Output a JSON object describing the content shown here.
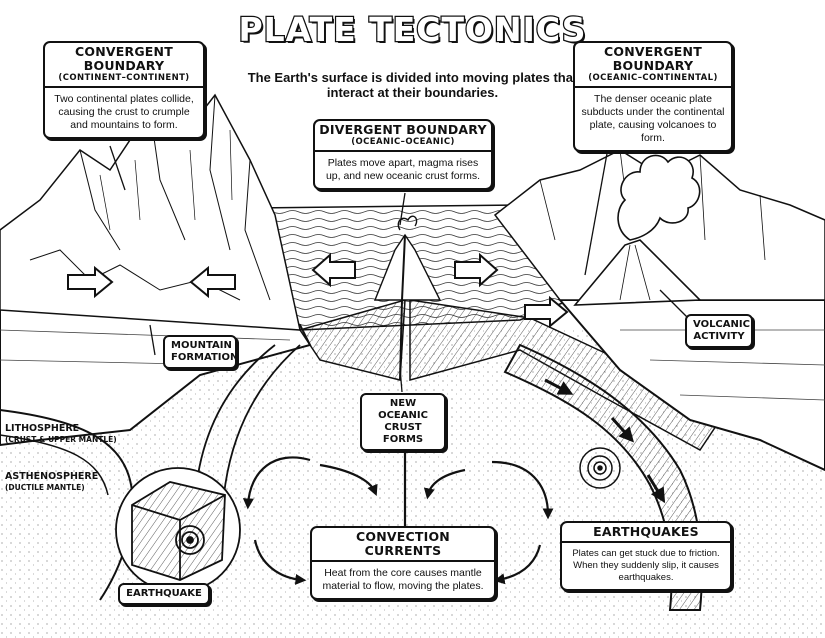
{
  "title": "PLATE TECTONICS",
  "subtitle": "The Earth's surface is divided into moving plates that interact at their boundaries.",
  "callouts": {
    "cc": {
      "heading": "CONVERGENT BOUNDARY",
      "subheading": "(CONTINENT–CONTINENT)",
      "body": "Two continental plates collide, causing the crust to crumple and mountains to form."
    },
    "div": {
      "heading": "DIVERGENT BOUNDARY",
      "subheading": "(OCEANIC–OCEANIC)",
      "body": "Plates move apart, magma rises up, and new oceanic crust forms."
    },
    "oc": {
      "heading": "CONVERGENT BOUNDARY",
      "subheading": "(OCEANIC–CONTINENTAL)",
      "body": "The denser oceanic plate subducts under the continental plate, causing volcanoes to form."
    },
    "conv": {
      "heading": "CONVECTION CURRENTS",
      "body": "Heat from the core causes mantle material to flow, moving the plates."
    },
    "eq": {
      "heading": "EARTHQUAKES",
      "body": "Plates can get stuck due to friction. When they suddenly slip, it causes earthquakes."
    }
  },
  "labels": {
    "mountain": "MOUNTAIN FORMATION",
    "volcanic": "VOLCANIC ACTIVITY",
    "crust": "NEW OCEANIC CRUST FORMS",
    "earthquake": "EARTHQUAKE",
    "lithosphere": "LITHOSPHERE",
    "lithosphere_sub": "(CRUST & UPPER MANTLE)",
    "asthenosphere": "ASTHENOSPHERE",
    "asthenosphere_sub": "(DUCTILE MANTLE)"
  }
}
